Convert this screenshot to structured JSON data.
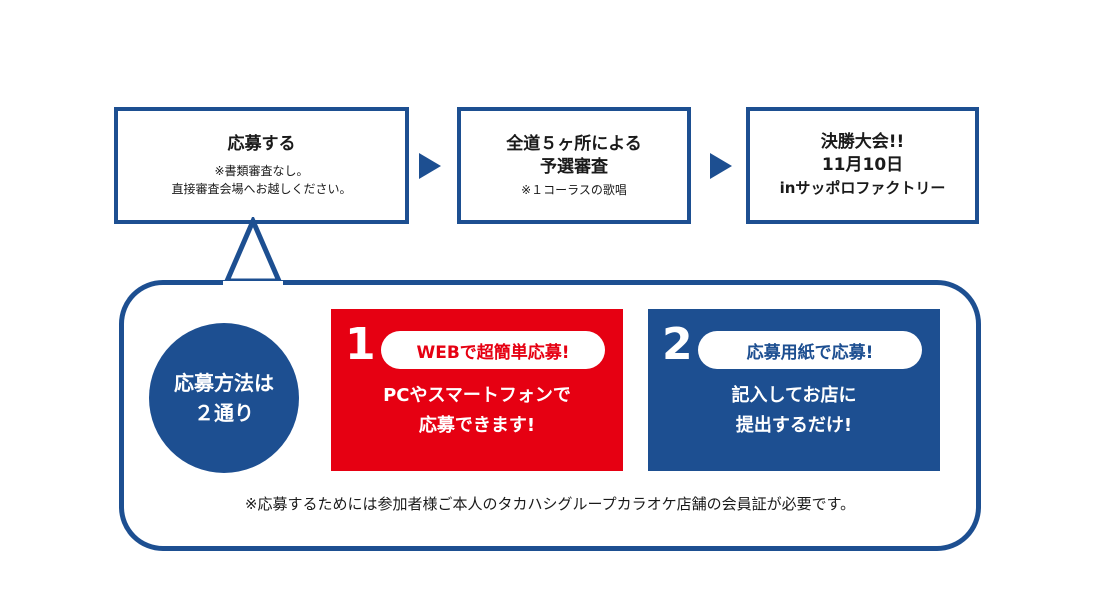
{
  "steps": [
    {
      "title": "応募する",
      "notes": [
        "※書類審査なし。",
        "直接審査会場へお越しください。"
      ]
    },
    {
      "title_lines": [
        "全道５ヶ所による",
        "予選審査"
      ],
      "note": "※１コーラスの歌唱"
    },
    {
      "title_lines": [
        "決勝大会!!",
        "11月10日",
        "inサッポロファクトリー"
      ]
    }
  ],
  "method": {
    "lines": [
      "応募方法は",
      "２通り"
    ]
  },
  "options": [
    {
      "number": "1",
      "label": "WEBで超簡単応募!",
      "lines": [
        "PCやスマートフォンで",
        "応募できます!"
      ]
    },
    {
      "number": "2",
      "label": "応募用紙で応募!",
      "lines": [
        "記入してお店に",
        "提出するだけ!"
      ]
    }
  ],
  "footnote": "※応募するためには参加者様ご本人のタカハシグループカラオケ店舗の会員証が必要です。",
  "colors": {
    "blue": "#1d4f91",
    "red": "#e60012"
  }
}
